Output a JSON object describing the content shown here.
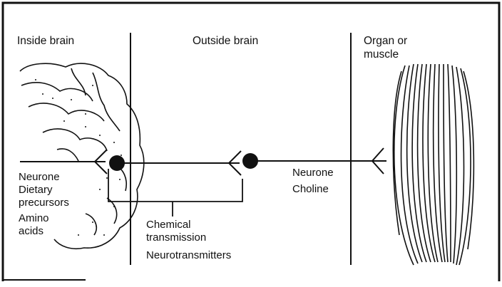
{
  "sections": {
    "inside": "Inside brain",
    "outside": "Outside brain",
    "organ_line1": "Organ or",
    "organ_line2": "muscle"
  },
  "labels": {
    "neurone_left": "Neurone",
    "dietary_line1": "Dietary",
    "dietary_line2": "precursors",
    "amino_line1": "Amino",
    "amino_line2": "acids",
    "chemical_line1": "Chemical",
    "chemical_line2": "transmission",
    "neurotransmitters": "Neurotransmitters",
    "neurone_right": "Neurone",
    "choline": "Choline"
  },
  "colors": {
    "ink": "#111111",
    "background": "#ffffff"
  }
}
